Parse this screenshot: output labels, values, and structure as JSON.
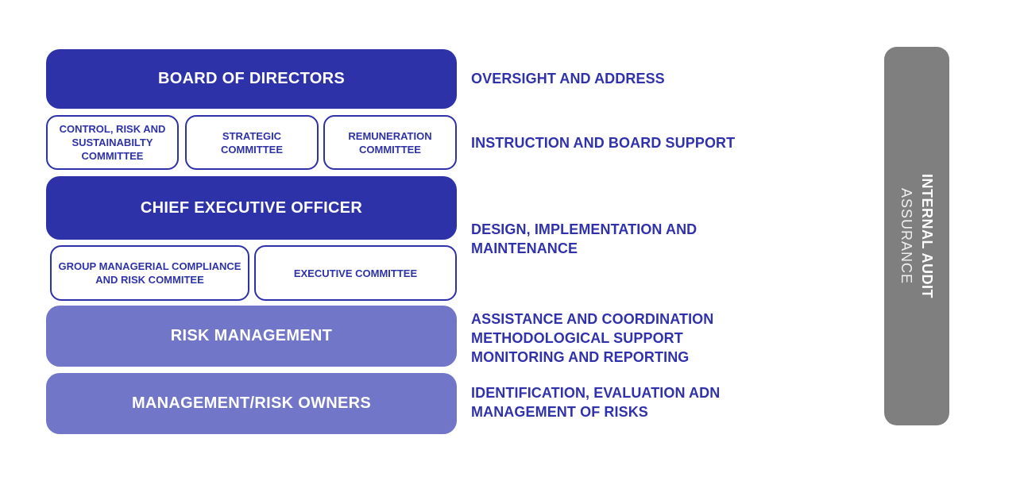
{
  "colors": {
    "dark_blue": "#2E32A8",
    "light_purple": "#7276C8",
    "label_blue": "#3032AB",
    "bar_gray": "#7F7F7F",
    "box_text": "#FFFFFF",
    "background": "#FFFFFF"
  },
  "boxes": {
    "board": "BOARD OF DIRECTORS",
    "control_risk_committee": "CONTROL, RISK AND\nSUSTAINABILTY\nCOMMITTEE",
    "strategic_committee": "STRATEGIC COMMITTEE",
    "remuneration_committee": "REMUNERATION\nCOMMITTEE",
    "ceo": "CHIEF EXECUTIVE OFFICER",
    "group_compliance_committee": "GROUP MANAGERIAL COMPLIANCE\nAND RISK COMMITEE",
    "executive_committee": "EXECUTIVE COMMITTEE",
    "risk_management": "RISK MANAGEMENT",
    "management_risk_owners": "MANAGEMENT/RISK OWNERS"
  },
  "annotations": {
    "board": "OVERSIGHT AND ADDRESS",
    "committees": "INSTRUCTION AND BOARD SUPPORT",
    "ceo": "DESIGN, IMPLEMENTATION AND\nMAINTENANCE",
    "risk_management": "ASSISTANCE AND COORDINATION\nMETHODOLOGICAL SUPPORT\nMONITORING AND REPORTING",
    "management_risk_owners": "IDENTIFICATION, EVALUATION ADN\nMANAGEMENT OF RISKS"
  },
  "audit_bar": {
    "title": "INTERNAL AUDIT",
    "subtitle": "ASSURANCE"
  }
}
